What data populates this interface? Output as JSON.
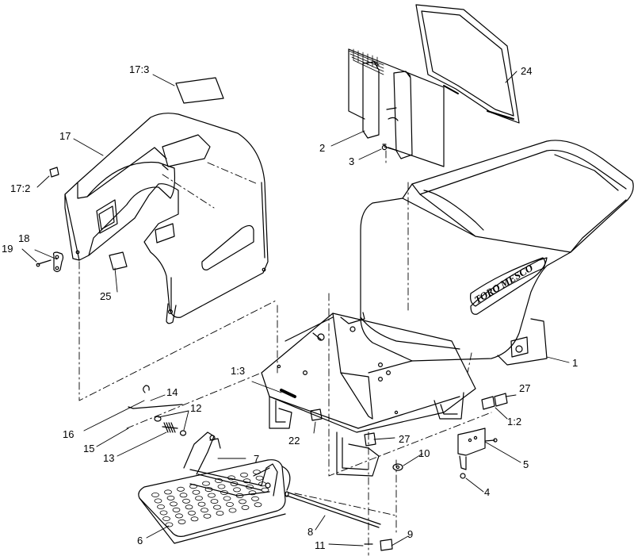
{
  "diagram": {
    "brand_mark": {
      "left": "TORO",
      "right": "MESCO"
    },
    "callouts": [
      {
        "id": "c-17-3",
        "text": "17:3"
      },
      {
        "id": "c-17",
        "text": "17"
      },
      {
        "id": "c-17-2",
        "text": "17:2"
      },
      {
        "id": "c-18",
        "text": "18"
      },
      {
        "id": "c-19",
        "text": "19"
      },
      {
        "id": "c-25",
        "text": "25"
      },
      {
        "id": "c-24",
        "text": "24"
      },
      {
        "id": "c-2",
        "text": "2"
      },
      {
        "id": "c-3",
        "text": "3"
      },
      {
        "id": "c-1",
        "text": "1"
      },
      {
        "id": "c-1-3",
        "text": "1:3"
      },
      {
        "id": "c-14",
        "text": "14"
      },
      {
        "id": "c-12",
        "text": "12"
      },
      {
        "id": "c-16",
        "text": "16"
      },
      {
        "id": "c-15",
        "text": "15"
      },
      {
        "id": "c-13",
        "text": "13"
      },
      {
        "id": "c-7",
        "text": "7"
      },
      {
        "id": "c-22",
        "text": "22"
      },
      {
        "id": "c-27a",
        "text": "27"
      },
      {
        "id": "c-27b",
        "text": "27"
      },
      {
        "id": "c-1-2",
        "text": "1:2"
      },
      {
        "id": "c-10",
        "text": "10"
      },
      {
        "id": "c-5",
        "text": "5"
      },
      {
        "id": "c-4",
        "text": "4"
      },
      {
        "id": "c-6",
        "text": "6"
      },
      {
        "id": "c-8",
        "text": "8"
      },
      {
        "id": "c-9",
        "text": "9"
      },
      {
        "id": "c-11",
        "text": "11"
      }
    ]
  }
}
